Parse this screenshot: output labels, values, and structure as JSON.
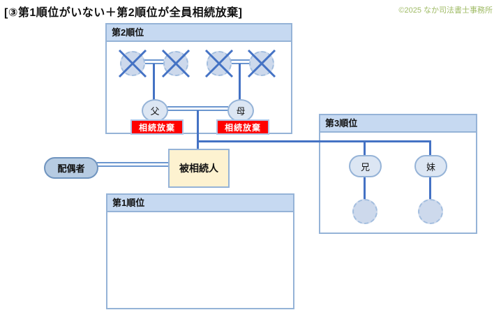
{
  "page": {
    "title": "[③第1順位がいない＋第2順位が全員相続放棄]",
    "copyright": "©2025 なか司法書士事務所"
  },
  "groups": {
    "rank1": {
      "label": "第1順位"
    },
    "rank2": {
      "label": "第2順位"
    },
    "rank3": {
      "label": "第3順位"
    }
  },
  "persons": {
    "father": {
      "label": "父",
      "status": "相続放棄"
    },
    "mother": {
      "label": "母",
      "status": "相続放棄"
    },
    "spouse": {
      "label": "配偶者"
    },
    "decedent": {
      "label": "被相続人"
    },
    "brother": {
      "label": "兄"
    },
    "sister": {
      "label": "妹"
    },
    "grandparents_deceased_count": 4,
    "sibling_children_unnamed_count": 2
  },
  "colors": {
    "box_border": "#95b3d7",
    "header_fill": "#c6d9f1",
    "connector_blue": "#4472c4",
    "marriage_line_blue": "#6b96cf",
    "person_fill": "#dce6f3",
    "deceased_fill": "#cdd9ec",
    "deceased_dash_border": "#a3bedf",
    "spouse_fill": "#b6cbe2",
    "decedent_fill": "#fdf2d0",
    "renounce_bg": "#ff0000",
    "renounce_text": "#ffffff",
    "copyright_green": "#9fbb65"
  }
}
